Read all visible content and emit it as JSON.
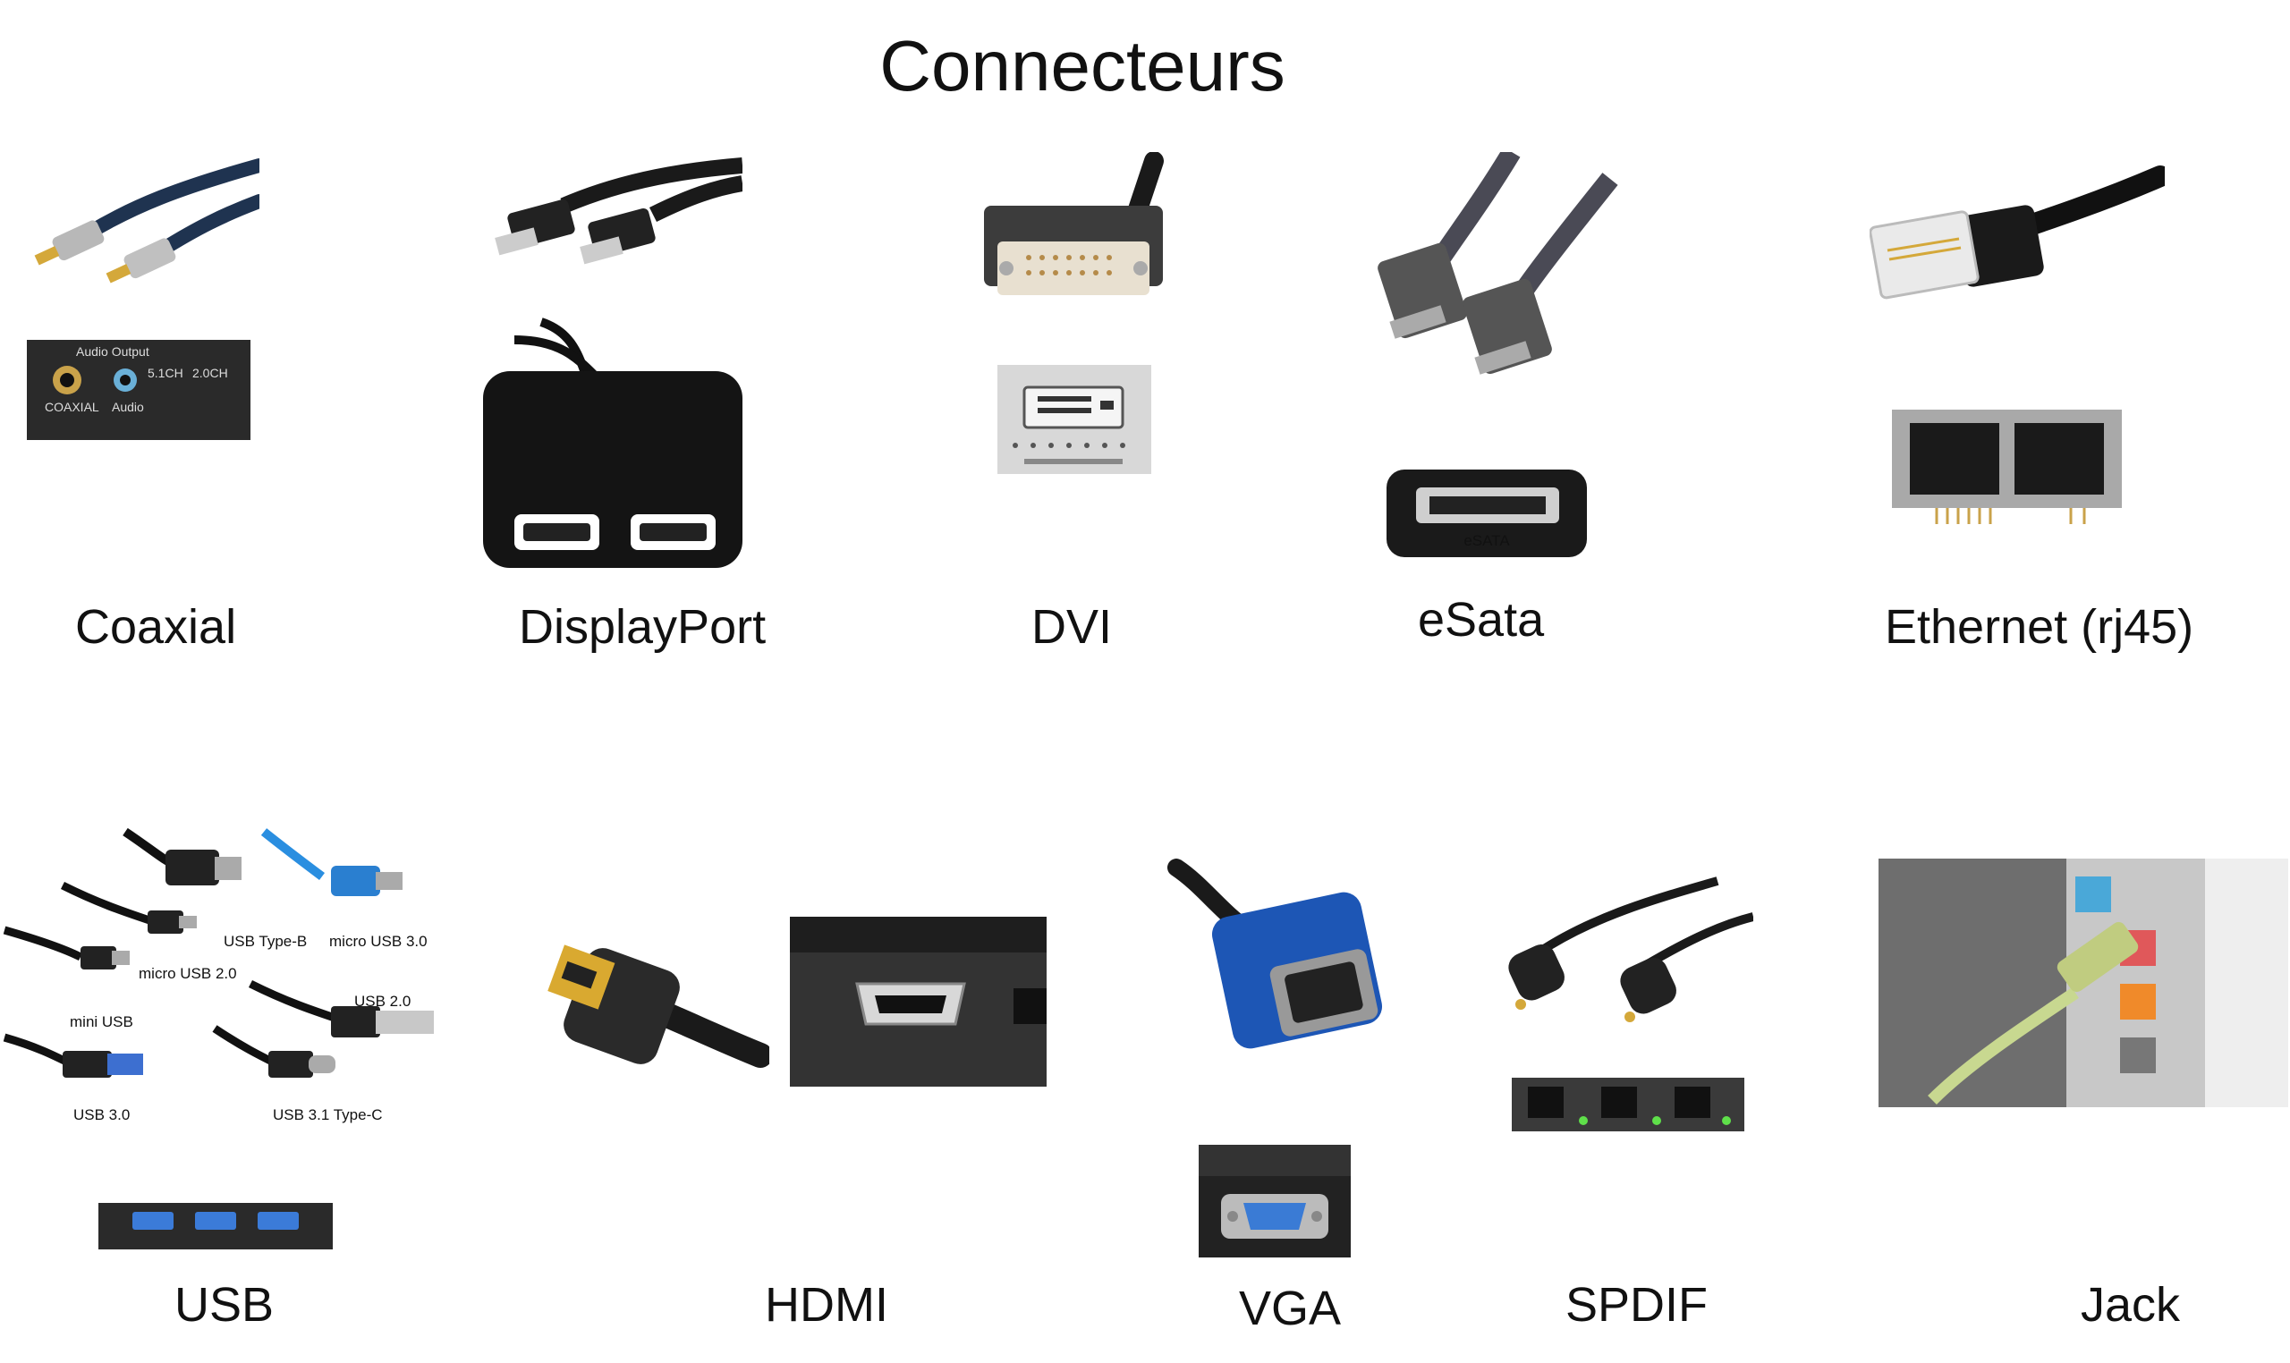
{
  "title": "Connecteurs",
  "connectors": [
    {
      "label": "Coaxial"
    },
    {
      "label": "DisplayPort"
    },
    {
      "label": "DVI"
    },
    {
      "label": "eSata"
    },
    {
      "label": "Ethernet (rj45)"
    },
    {
      "label": "USB"
    },
    {
      "label": "HDMI"
    },
    {
      "label": "VGA"
    },
    {
      "label": "SPDIF"
    },
    {
      "label": "Jack"
    }
  ],
  "coaxial_panel": {
    "heading": "Audio Output",
    "port1": "COAXIAL",
    "port2": "Audio",
    "mode1": "5.1CH",
    "mode2": "2.0CH"
  },
  "esata_port_text": "eSATA",
  "usb_types": [
    "USB Type-B",
    "micro USB 3.0",
    "micro USB 2.0",
    "mini USB",
    "USB 2.0",
    "USB 3.0",
    "USB 3.1 Type-C"
  ]
}
